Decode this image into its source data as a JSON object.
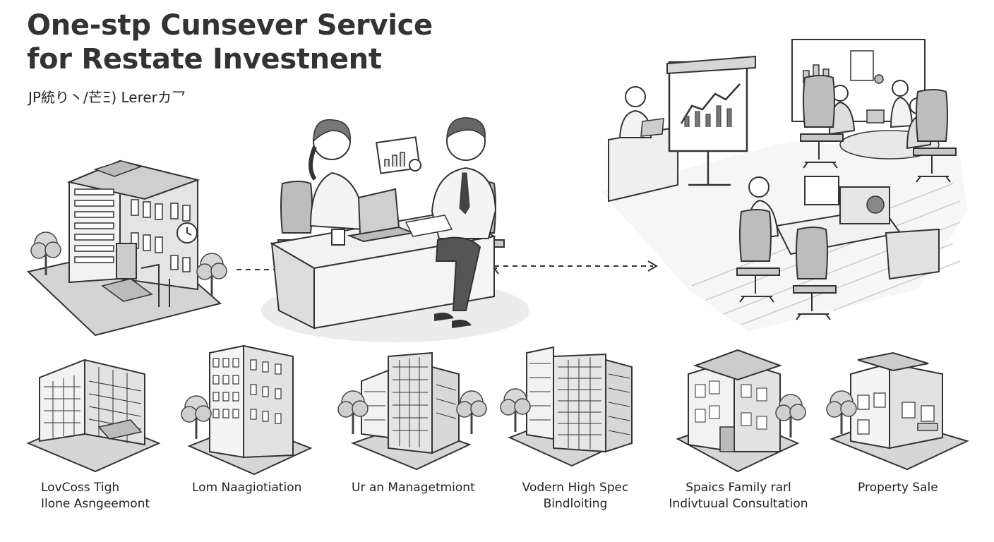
{
  "header": {
    "title_line1": "One-stp Cunsever Service",
    "title_line2": "for Restate Investnent",
    "subtitle": "JP統り丶/芒Ξ) Lererカ乛"
  },
  "captions": [
    {
      "line1": "LovCoss  Tigh",
      "line2": "Ilone Asngeemont"
    },
    {
      "line1": "Lom Naagiotiation",
      "line2": ""
    },
    {
      "line1": "Ur an Managetmiont",
      "line2": ""
    },
    {
      "line1": "Vodern High Spec",
      "line2": "Bindloiting"
    },
    {
      "line1": "Spaics Family rarl",
      "line2": "Indivtuual Consultation"
    },
    {
      "line1": "Property Sale",
      "line2": ""
    }
  ],
  "icons": {
    "hero_building": "office-building-icon",
    "consultation": "consultation-desk-icon",
    "office": "office-workspace-icon"
  }
}
